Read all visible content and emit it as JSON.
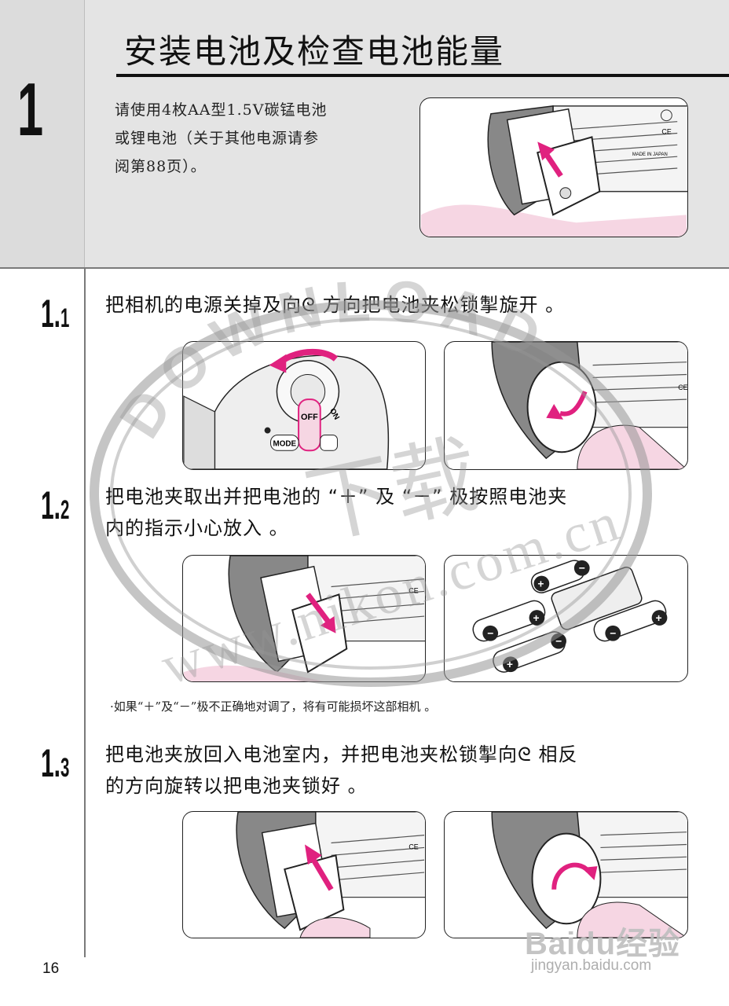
{
  "chapter": {
    "number": "1",
    "title": "安装电池及检查电池能量"
  },
  "intro": {
    "lines": [
      "请使用4枚AA型1.5V碳锰电池",
      "或锂电池（关于其他电源请参",
      "阅第88页）。"
    ]
  },
  "steps": [
    {
      "num_main": "1.",
      "num_sub": "1",
      "lines": [
        "把相机的电源关掉及向ᘓ 方向把电池夹松锁掣旋开 。"
      ]
    },
    {
      "num_main": "1.",
      "num_sub": "2",
      "lines": [
        "把电池夹取出并把电池的 “＋” 及 “－” 极按照电池夹",
        "内的指示小心放入 。"
      ]
    },
    {
      "num_main": "1.",
      "num_sub": "3",
      "lines": [
        "把电池夹放回入电池室内，并把电池夹松锁掣向ᘓ 相反",
        "的方向旋转以把电池夹锁好 。"
      ]
    }
  ],
  "note": "·如果“＋”及“－”极不正确地对调了，将有可能损坏这部相机 。",
  "illustrations": {
    "off_label": "OFF",
    "on_label": "ON",
    "mode_label": "MODE",
    "made_in": "MADE IN JAPAN",
    "ce_mark": "CE",
    "plus_sign": "+",
    "minus_sign": "−"
  },
  "watermark": {
    "arc_text": "DOWNLOAD",
    "center_text": "下载",
    "url_text": "www.nikon.com.cn"
  },
  "footer": {
    "page_number": "16",
    "baidu_logo": "Baidu经验",
    "baidu_url": "jingyan.baidu.com"
  },
  "colors": {
    "accent_arrow": "#e0217f",
    "highlight_pink": "#f6d6e3",
    "band_gray": "#dcdcdc"
  }
}
